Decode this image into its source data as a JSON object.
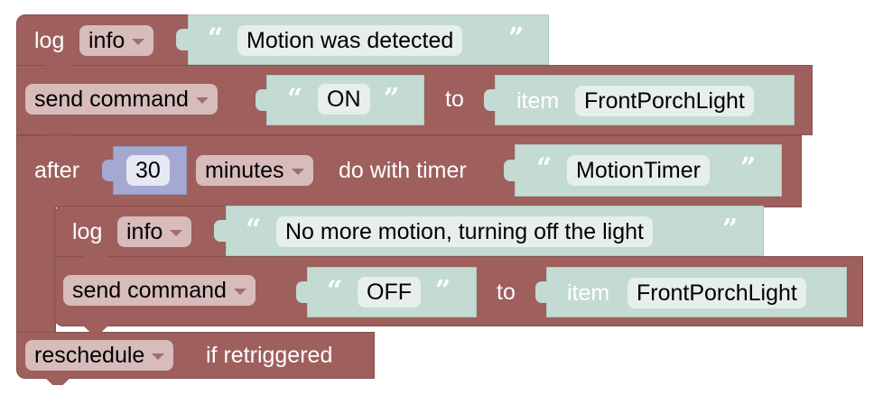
{
  "blocks": {
    "log1": {
      "keyword": "log",
      "level": "info",
      "message": "Motion was detected"
    },
    "send1": {
      "action": "send command",
      "command": "ON",
      "to": "to",
      "item_label": "item",
      "item": "FrontPorchLight"
    },
    "timer": {
      "keyword": "after",
      "duration": "30",
      "unit": "minutes",
      "do_label": "do with timer",
      "timer_name": "MotionTimer",
      "log2": {
        "keyword": "log",
        "level": "info",
        "message": "No more motion, turning off the light"
      },
      "send2": {
        "action": "send command",
        "command": "OFF",
        "to": "to",
        "item_label": "item",
        "item": "FrontPorchLight"
      },
      "retrigger": {
        "mode": "reschedule",
        "suffix": "if retriggered"
      }
    }
  },
  "glyphs": {
    "open_quote": "“",
    "close_quote": "”"
  },
  "colors": {
    "block": "#9e5f5d",
    "text_block": "#c3dbd2",
    "number_block": "#a5a9d2",
    "dropdown": "#d7bcbb"
  }
}
